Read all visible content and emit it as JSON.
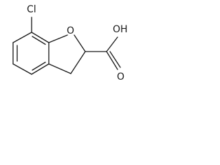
{
  "molecule": {
    "atom_labels": {
      "chlorine": "Cl",
      "ring_oxygen": "O",
      "carbonyl_oxygen": "O",
      "hydroxyl": "OH"
    }
  },
  "colors": {
    "ink": "#1a1a1a",
    "background": "#ffffff"
  }
}
